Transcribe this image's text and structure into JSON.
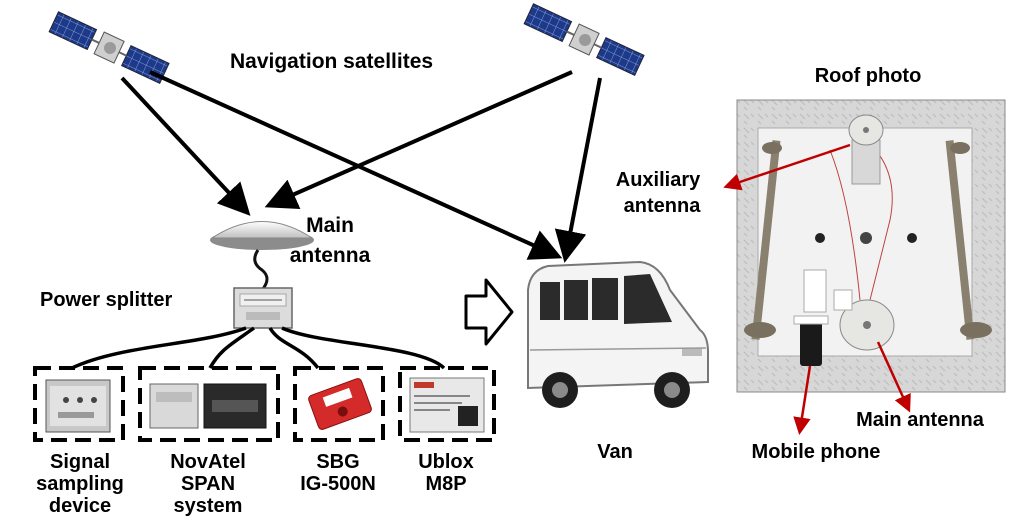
{
  "labels": {
    "navigation_satellites": "Navigation satellites",
    "main_antenna_line1": "Main",
    "main_antenna_line2": "antenna",
    "power_splitter": "Power splitter",
    "van": "Van",
    "roof_photo": "Roof photo",
    "auxiliary_antenna_line1": "Auxiliary",
    "auxiliary_antenna_line2": "antenna",
    "roof_main_antenna": "Main antenna",
    "mobile_phone": "Mobile phone"
  },
  "devices": [
    {
      "line1": "Signal",
      "line2": "sampling",
      "line3": "device"
    },
    {
      "line1": "NovAtel",
      "line2": "SPAN",
      "line3": "system"
    },
    {
      "line1": "SBG",
      "line2": "IG-500N",
      "line3": ""
    },
    {
      "line1": "Ublox",
      "line2": "M8P",
      "line3": ""
    }
  ],
  "colors": {
    "arrow": "#000000",
    "callout": "#c00000",
    "satellite_panel": "#1d3a8a",
    "van_body": "#f4f4f4"
  },
  "icons": [
    "satellite-icon",
    "gnss-antenna-icon",
    "power-splitter-icon",
    "van-icon",
    "roof-photo-image"
  ]
}
